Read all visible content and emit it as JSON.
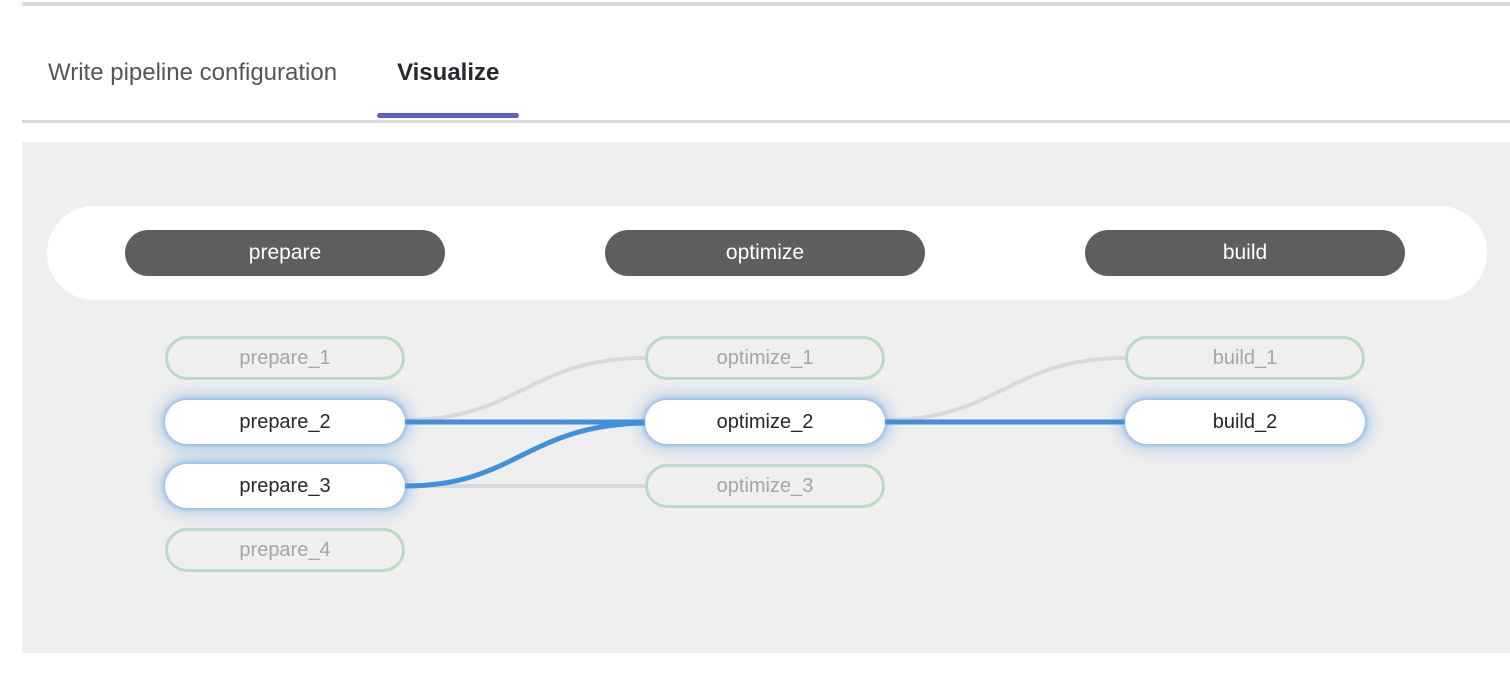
{
  "tabs": [
    {
      "label": "Write pipeline configuration",
      "active": false
    },
    {
      "label": "Visualize",
      "active": true
    }
  ],
  "pipeline": {
    "stages": [
      {
        "name": "prepare",
        "jobs": [
          {
            "name": "prepare_1",
            "highlighted": false
          },
          {
            "name": "prepare_2",
            "highlighted": true
          },
          {
            "name": "prepare_3",
            "highlighted": true
          },
          {
            "name": "prepare_4",
            "highlighted": false
          }
        ]
      },
      {
        "name": "optimize",
        "jobs": [
          {
            "name": "optimize_1",
            "highlighted": false
          },
          {
            "name": "optimize_2",
            "highlighted": true
          },
          {
            "name": "optimize_3",
            "highlighted": false
          }
        ]
      },
      {
        "name": "build",
        "jobs": [
          {
            "name": "build_1",
            "highlighted": false
          },
          {
            "name": "build_2",
            "highlighted": true
          }
        ]
      }
    ],
    "links": [
      {
        "from": "prepare_2",
        "to": "optimize_1",
        "highlighted": false
      },
      {
        "from": "prepare_2",
        "to": "optimize_2",
        "highlighted": true
      },
      {
        "from": "prepare_3",
        "to": "optimize_2",
        "highlighted": true
      },
      {
        "from": "prepare_3",
        "to": "optimize_3",
        "highlighted": false
      },
      {
        "from": "optimize_2",
        "to": "build_1",
        "highlighted": false
      },
      {
        "from": "optimize_2",
        "to": "build_2",
        "highlighted": true
      }
    ]
  },
  "colors": {
    "tab_indicator": "#6161c0",
    "link_highlighted": "#428fdc",
    "link_inactive": "#d9d9d9",
    "stage_pill_bg": "#5e5e5e",
    "job_faded_border": "#bcd9c3",
    "job_active_glow": "#428fdc",
    "canvas_bg": "#efefef",
    "active_text": "#28272d",
    "faded_text": "#a5a5a5"
  }
}
